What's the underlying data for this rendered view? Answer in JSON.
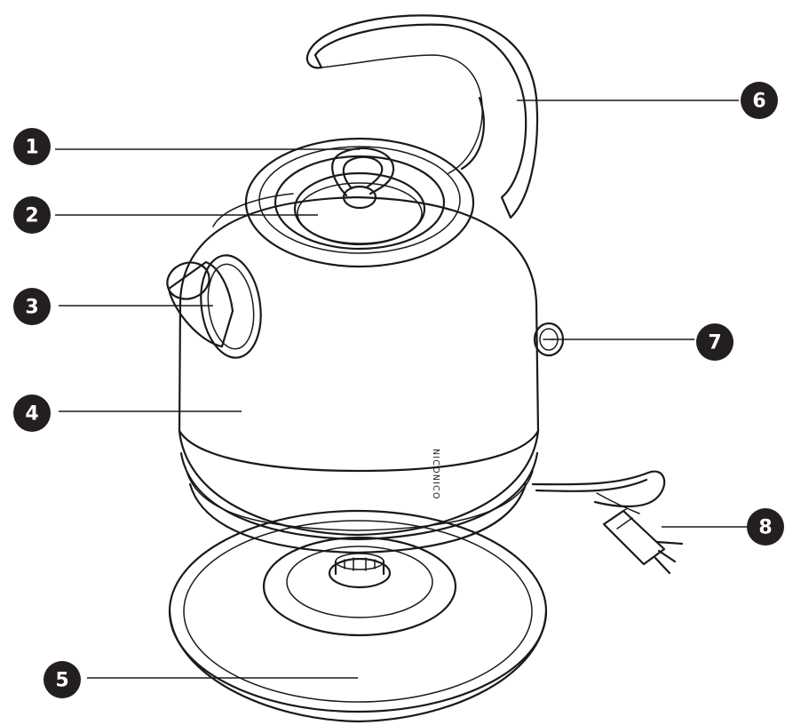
{
  "diagram": {
    "brand_text": "NICONICO",
    "callouts": [
      {
        "number": "1",
        "part": "lid-handle"
      },
      {
        "number": "2",
        "part": "lid"
      },
      {
        "number": "3",
        "part": "spout"
      },
      {
        "number": "4",
        "part": "kettle-body"
      },
      {
        "number": "5",
        "part": "power-base"
      },
      {
        "number": "6",
        "part": "handle"
      },
      {
        "number": "7",
        "part": "power-switch"
      },
      {
        "number": "8",
        "part": "power-cord"
      }
    ]
  }
}
